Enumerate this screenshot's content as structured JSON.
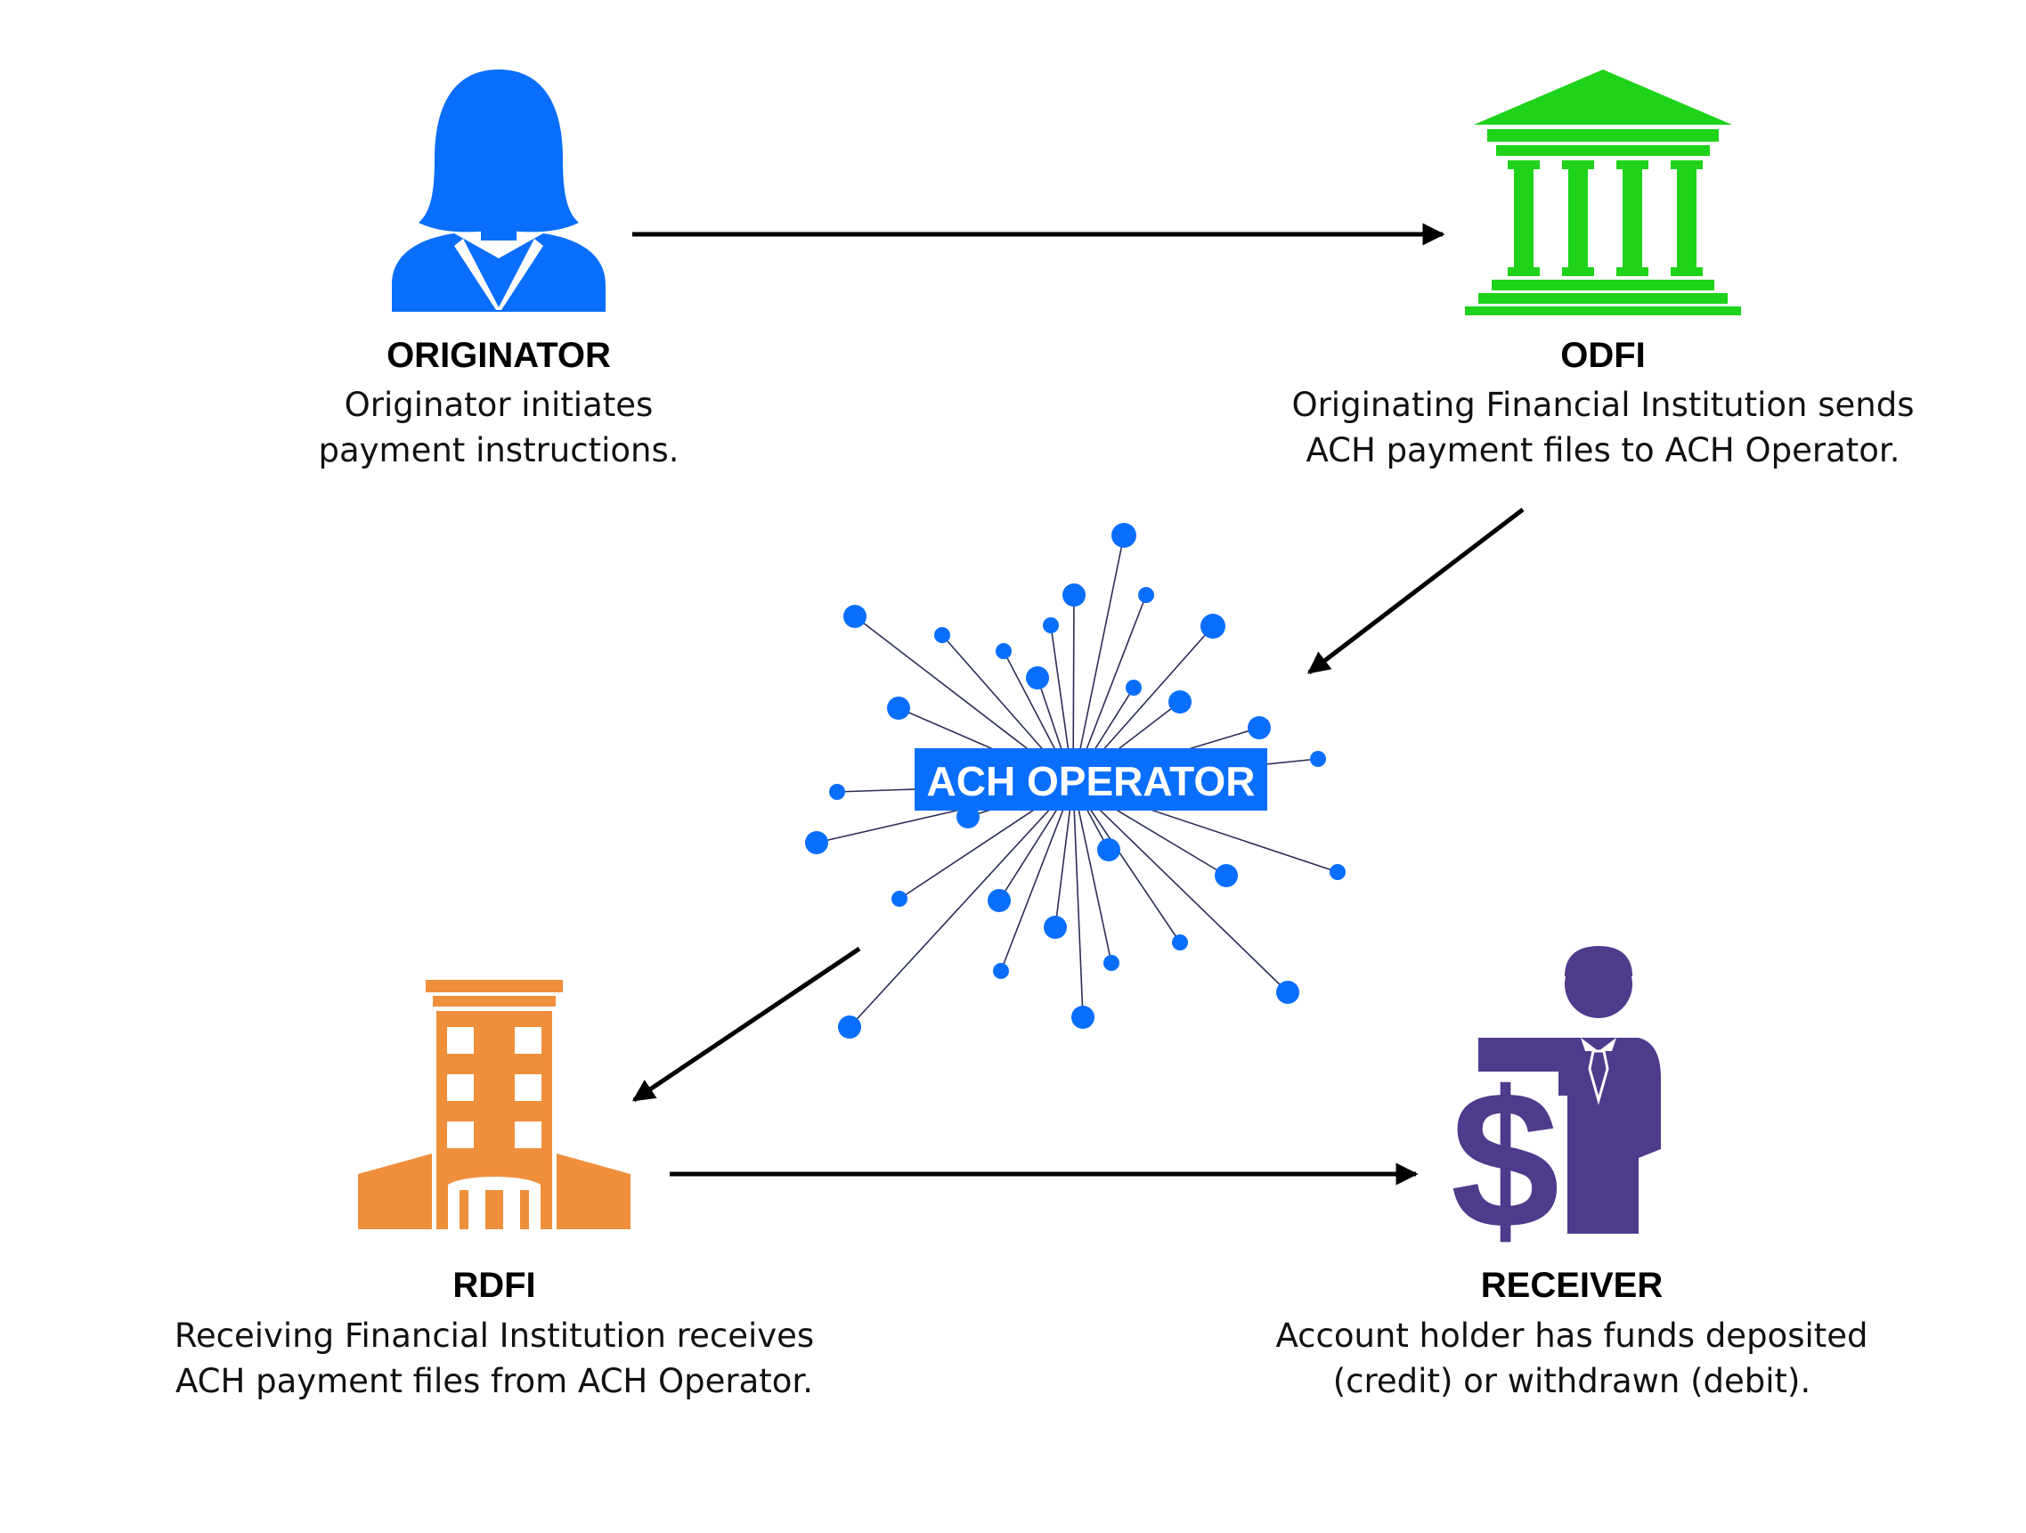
{
  "colors": {
    "originator": "#0a6efd",
    "odfi": "#1fd31a",
    "rdfi": "#ef8f3c",
    "receiver": "#4f3b8c",
    "operator": "#0a6efd",
    "spoke": "#2b2f57",
    "arrow": "#000000"
  },
  "nodes": {
    "originator": {
      "icon": "person-woman-icon",
      "title": "ORIGINATOR",
      "desc_line1": "Originator initiates",
      "desc_line2": "payment instructions."
    },
    "odfi": {
      "icon": "bank-building-icon",
      "title": "ODFI",
      "desc_line1": "Originating Financial Institution sends",
      "desc_line2": "ACH payment files to ACH Operator."
    },
    "operator": {
      "icon": "network-hub-icon",
      "label": "ACH OPERATOR"
    },
    "rdfi": {
      "icon": "office-building-icon",
      "title": "RDFI",
      "desc_line1": "Receiving Financial Institution receives",
      "desc_line2": "ACH payment files from ACH Operator."
    },
    "receiver": {
      "icon": "man-with-dollar-icon",
      "title": "RECEIVER",
      "desc_line1": "Account holder has funds deposited",
      "desc_line2": "(credit) or withdrawn (debit)."
    }
  },
  "flow": [
    {
      "from": "originator",
      "to": "odfi"
    },
    {
      "from": "odfi",
      "to": "operator"
    },
    {
      "from": "operator",
      "to": "rdfi"
    },
    {
      "from": "rdfi",
      "to": "receiver"
    }
  ]
}
